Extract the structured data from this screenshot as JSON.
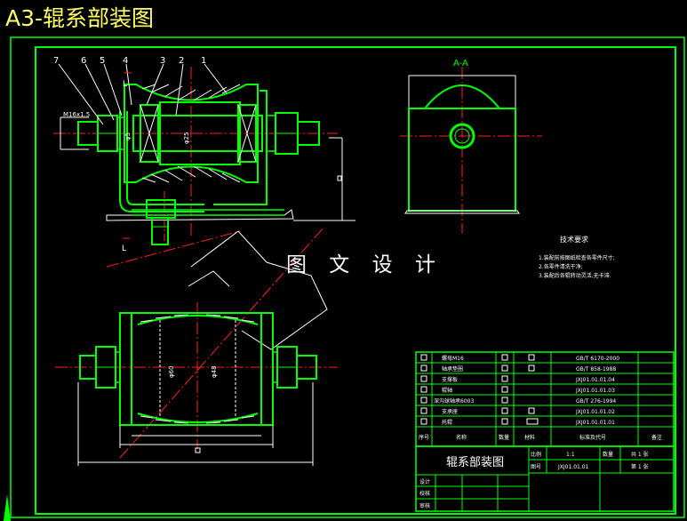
{
  "sheet_title": "A3-辊系部装图",
  "watermark": "图 文 设 计",
  "section_label_top": "A-A",
  "section_label_side_top": "L",
  "section_label_side_bottom": "L",
  "part_callouts": [
    "7",
    "6",
    "5",
    "4",
    "3",
    "2",
    "1"
  ],
  "dim_labels": {
    "thread": "M16x1.5",
    "shaft_small": "φ5",
    "shaft_big": "φ25",
    "roll_outer": "φ60",
    "roll_inner": "φ48"
  },
  "tech_req": {
    "heading": "技术要求",
    "lines": [
      "1.装配前按图纸检查各零件尺寸;",
      "2.各零件清洗干净;",
      "3.装配后各辊转动灵活,无卡滞."
    ]
  },
  "bom": {
    "header": [
      "序号",
      "名称",
      "数量",
      "材料",
      "标准及代号",
      "备注"
    ],
    "rows": [
      {
        "name": "螺母M16",
        "standard": "GB/T 6170-2000"
      },
      {
        "name": "轴承垫圈",
        "standard": "GB/T 858-1988"
      },
      {
        "name": "支撑板",
        "standard": "JXJ01.01.01.04"
      },
      {
        "name": "辊轴",
        "standard": "JXJ01.01.01.03"
      },
      {
        "name": "深沟球轴承6003",
        "standard": "GB/T 276-1994"
      },
      {
        "name": "支承座",
        "standard": "JXJ01.01.01.02"
      },
      {
        "name": "托辊",
        "standard": "JXJ01.01.01.01"
      }
    ]
  },
  "title_block": {
    "drawing_name": "辊系部装图",
    "scale_label": "比例",
    "scale_value": "1:1",
    "qty_label": "数量",
    "sheet_total": "共 1 张",
    "code_label": "图号",
    "code_value": "JXJ01.01.01",
    "sheet_no": "第 1 张",
    "design_label": "设计",
    "check_label": "校核",
    "approve_label": "审核"
  },
  "colors": {
    "frame": "#00ff00",
    "centerline": "#ff2020",
    "dimension": "#ffffff",
    "hatch": "#ffffff",
    "title": "#ffff66"
  }
}
